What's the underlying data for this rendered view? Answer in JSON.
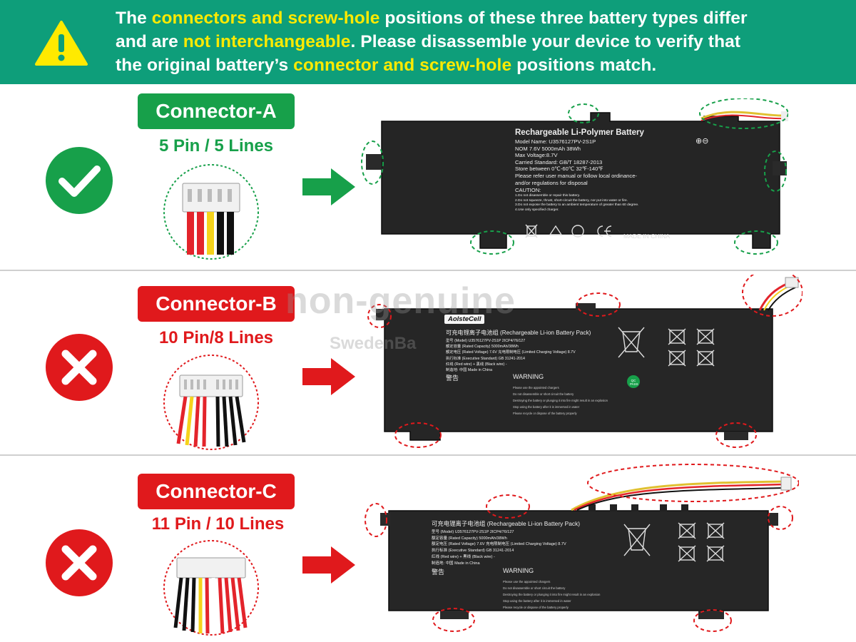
{
  "banner": {
    "line1_a": "The ",
    "line1_hl": "connectors and screw-hole",
    "line1_b": " positions of these three battery types differ",
    "line2_a": "and are ",
    "line2_hl": "not interchangeable",
    "line2_b": ". Please disassemble your device to verify that",
    "line3_a": "the original battery’s ",
    "line3_hl": "connector and screw-hole",
    "line3_b": " positions match."
  },
  "colors": {
    "banner": "#0e9e7a",
    "highlight": "#ffea00",
    "ok": "#17a04a",
    "bad": "#e0191c"
  },
  "icons": {
    "warning": "warning-triangle-icon",
    "ok": "checkmark-icon",
    "bad": "cross-icon",
    "arrow": "right-arrow-icon"
  },
  "rows": [
    {
      "connector": "Connector-A",
      "pins": "5 Pin / 5 Lines",
      "status": "ok",
      "battery": {
        "title": "Rechargeable Li-Polymer Battery",
        "lines": [
          "Model Name: U3576127PV-2S1P",
          "NOM 7.6V 5000mAh 38Wh",
          "Max Voltage:8.7V",
          "Carried Standard: GB/T 18287-2013",
          "Store between 0℃-60℃ 32℉-140℉",
          "Please refer user manual or follow local ordinance-",
          "and/or regulations for disposal"
        ],
        "caution": "CAUTION:",
        "caution_lines": [
          "1.Do not disassemble or repair this battery.",
          "2.Do not squeeze, thrust, short-circuit the battery, nor put into water or fire.",
          "3.Do not expose the battery to an ambient temperature of greater than 60 degree.",
          "4.Use only specified charger."
        ],
        "made_in": "MADE IN CHINA",
        "polarity": "⊕⊖"
      }
    },
    {
      "connector": "Connector-B",
      "pins": "10 Pin/8 Lines",
      "status": "bad",
      "battery": {
        "brand": "AolsteCell",
        "title": "可充电锂离子电池组 (Rechargeable Li-ion Battery Pack)",
        "lines": [
          "型号 (Model) U3576127PV-2S1P   2ICP4/76/127",
          "额定容量 (Rated Capacity) 5000mAh/38Wh",
          "额定电压 (Rated Voltage) 7.6V   充电限制电压 (Limited Charging Voltage) 8.7V",
          "执行标准 (Executive Standard) GB 31241-2014",
          "红线 (Red wire) +   黑线 (Black wire) -",
          "制造地: 中国   Made in China"
        ],
        "warn_cn": "警告",
        "warning": "WARNING",
        "warning_lines": [
          "Please use the appointed chargers",
          "Do not disassemble or short circuit the battery",
          "Destroying the battery or plunging it into fire might result in an explosion",
          "Stop using the battery after it is immersed in water",
          "Please recycle or dispose of the battery properly"
        ],
        "qc": "QC PASS"
      }
    },
    {
      "connector": "Connector-C",
      "pins": "11 Pin / 10 Lines",
      "status": "bad",
      "battery": {
        "title": "可充电锂离子电池组 (Rechargeable Li-ion Battery Pack)",
        "lines": [
          "型号 (Model) U3576127PV-2S1P   2ICP4/76/127",
          "额定容量 (Rated Capacity) 5000mAh/38Wh",
          "额定电压 (Rated Voltage) 7.6V   充电限制电压 (Limited Charging Voltage) 8.7V",
          "执行标准 (Executive Standard) GB 31241-2014",
          "红线 (Red wire) +   黑线 (Black wire) -",
          "制造地: 中国   Made in China"
        ],
        "warn_cn": "警告",
        "warning": "WARNING",
        "warning_lines": [
          "Please use the appointed chargers",
          "Do not disassemble or short circuit the battery",
          "Destroying the battery or plunging it into fire might result in an explosion",
          "Stop using the battery after it is immersed in water",
          "Please recycle or dispose of the battery properly"
        ]
      }
    }
  ],
  "watermark": {
    "line1": "non-genuine",
    "line2": "SwedenBa"
  }
}
